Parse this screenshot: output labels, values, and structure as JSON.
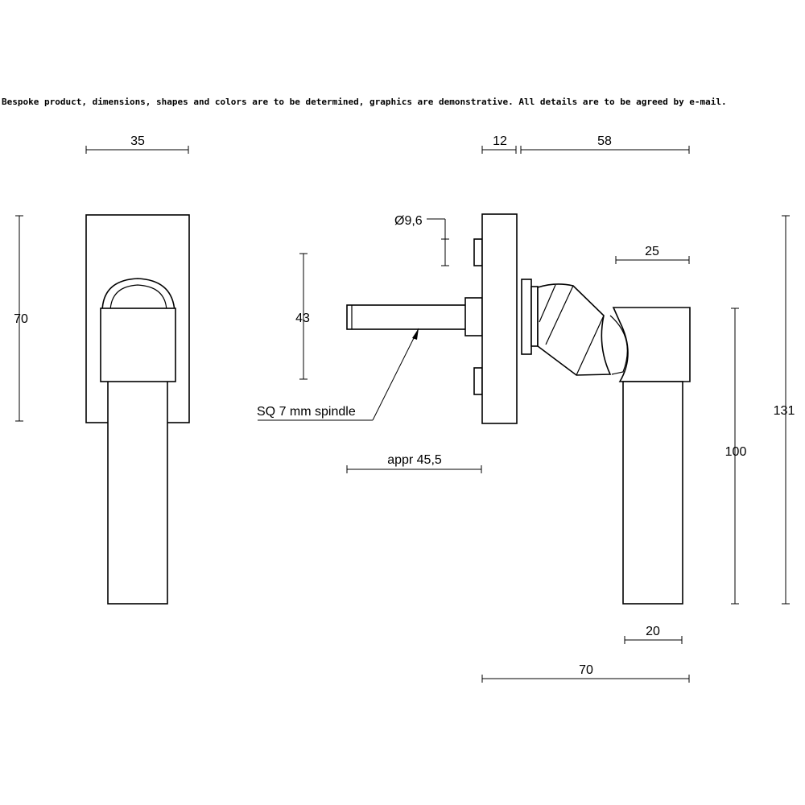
{
  "note": "Bespoke product, dimensions, shapes and colors are to be determined, graphics are demonstrative. All details are to be agreed by e-mail.",
  "front_view": {
    "width_label": "35",
    "height_label": "70"
  },
  "side_view": {
    "diameter_label": "Ø9,6",
    "spindle_height_label": "43",
    "spindle_label": "SQ 7 mm spindle",
    "spindle_length_label": "appr 45,5",
    "rose_thickness_label": "12",
    "projection_label": "58",
    "grip_top_width_label": "25",
    "grip_length_label": "100",
    "overall_height_label": "131",
    "grip_bottom_width_label": "20",
    "overall_width_label": "70"
  }
}
